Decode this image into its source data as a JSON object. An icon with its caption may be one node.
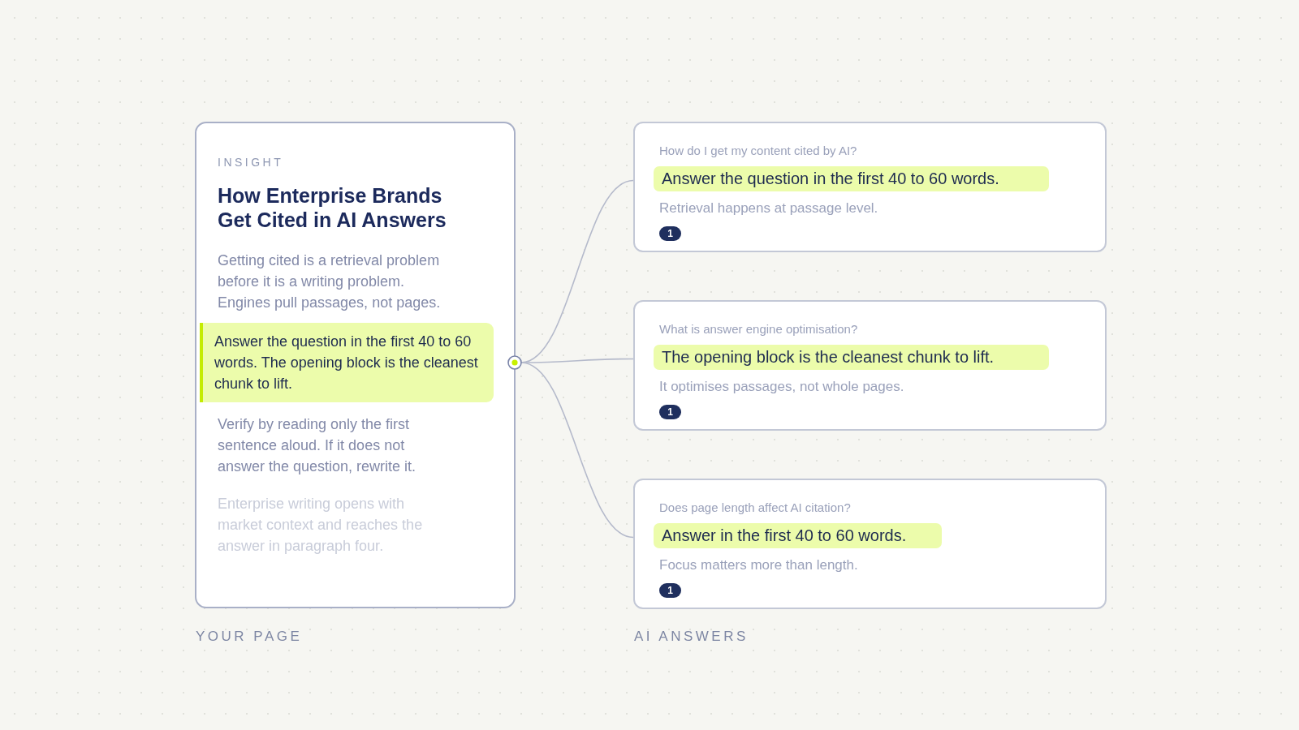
{
  "diagram": {
    "nodes": [
      {
        "text": [
          "INSIGHT",
          "How Enterprise Brands Get Cited in AI Answers",
          "Getting cited is a retrieval problem before it is a writing problem. Engines pull passages, not pages.",
          "Verify by reading only the first sentence aloud. If it does not answer the question, rewrite it.",
          "Enterprise writing opens with market context and reaches the answer in paragraph four."
        ]
      },
      {
        "text": [
          "Answer the question in the first 40 to 60 words. The opening block is the cleanest chunk to lift."
        ],
        "in": 0
      },
      {
        "text": [],
        "shape": "circle"
      },
      {
        "text": [
          "How do I get my content cited by AI?",
          "Retrieval happens at passage level."
        ]
      },
      {
        "text": [
          "Answer the question in the first 40 to 60 words."
        ],
        "in": 3
      },
      {
        "text": [
          "1"
        ],
        "in": 3
      },
      {
        "text": [
          "What is answer engine optimisation?",
          "It optimises passages, not whole pages."
        ]
      },
      {
        "text": [
          "The opening block is the cleanest chunk to lift."
        ],
        "in": 6
      },
      {
        "text": [
          "1"
        ],
        "in": 6
      },
      {
        "text": [
          "Does page length affect AI citation?",
          "Focus matters more than length."
        ]
      },
      {
        "text": [
          "Answer in the first 40 to 60 words."
        ],
        "in": 9
      },
      {
        "text": [
          "1"
        ],
        "in": 9
      }
    ],
    "edges": [
      {
        "from": 2,
        "to": 3,
        "arrow": "none"
      },
      {
        "from": 2,
        "to": 6,
        "arrow": "none"
      },
      {
        "from": 2,
        "to": 9,
        "arrow": "none"
      }
    ],
    "labels": [
      "YOUR PAGE",
      "AI ANSWERS"
    ]
  }
}
